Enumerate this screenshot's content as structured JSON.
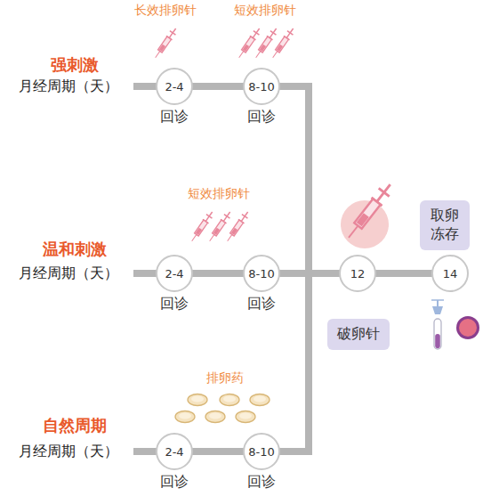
{
  "diagram": {
    "nodes": [
      {
        "text": [
          "2-4"
        ]
      },
      {
        "text": [
          "8-10"
        ]
      },
      {
        "text": [
          "2-4"
        ]
      },
      {
        "text": [
          "8-10"
        ]
      },
      {
        "text": [
          "12"
        ]
      },
      {
        "text": [
          "14"
        ]
      },
      {
        "text": [
          "取卵冻存"
        ]
      },
      {
        "text": [
          "破卵针"
        ]
      },
      {
        "text": [
          "2-4"
        ]
      },
      {
        "text": [
          "8-10"
        ]
      }
    ],
    "edges": [
      {
        "from": 0,
        "to": 1,
        "arrow": "none"
      },
      {
        "from": 1,
        "to": 4,
        "arrow": "none"
      },
      {
        "from": 2,
        "to": 3,
        "arrow": "none"
      },
      {
        "from": 3,
        "to": 4,
        "arrow": "none"
      },
      {
        "from": 8,
        "to": 9,
        "arrow": "none"
      },
      {
        "from": 9,
        "to": 4,
        "arrow": "none"
      },
      {
        "from": 4,
        "to": 5,
        "arrow": "none"
      }
    ],
    "labels": [
      "长效排卵针",
      "短效排卵针",
      "强刺激",
      "月经周期（天）",
      "回诊",
      "回诊",
      "短效排卵针",
      "温和刺激",
      "月经周期（天）",
      "回诊",
      "回诊",
      "排卵药",
      "自然周期",
      "月经周期（天）",
      "回诊",
      "回诊"
    ]
  }
}
